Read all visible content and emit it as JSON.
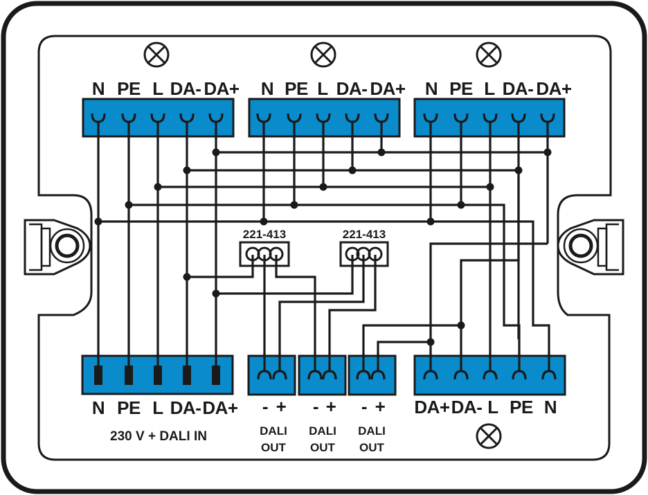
{
  "title": "DALI junction box wiring diagram",
  "colors": {
    "terminal_block": "#0a8ccc",
    "wire": "#1a1a1a",
    "background": "#ffffff"
  },
  "icons": {
    "lamp": "lamp-symbol-circle-x"
  },
  "top_outputs": [
    {
      "id": "lamp-out-1",
      "icon": "lamp",
      "terminals": [
        "N",
        "PE",
        "L",
        "DA-",
        "DA+"
      ]
    },
    {
      "id": "lamp-out-2",
      "icon": "lamp",
      "terminals": [
        "N",
        "PE",
        "L",
        "DA-",
        "DA+"
      ]
    },
    {
      "id": "lamp-out-3",
      "icon": "lamp",
      "terminals": [
        "N",
        "PE",
        "L",
        "DA-",
        "DA+"
      ]
    }
  ],
  "input_block": {
    "terminals": [
      "N",
      "PE",
      "L",
      "DA-",
      "DA+"
    ],
    "caption": "230 V + DALI IN"
  },
  "splice_connectors": [
    {
      "part_number": "221-413"
    },
    {
      "part_number": "221-413"
    }
  ],
  "dali_outputs": [
    {
      "terminals": [
        "-",
        "+"
      ],
      "caption_line1": "DALI",
      "caption_line2": "OUT"
    },
    {
      "terminals": [
        "-",
        "+"
      ],
      "caption_line1": "DALI",
      "caption_line2": "OUT"
    },
    {
      "terminals": [
        "-",
        "+"
      ],
      "caption_line1": "DALI",
      "caption_line2": "OUT"
    }
  ],
  "bottom_output": {
    "icon": "lamp",
    "terminals": [
      "DA+",
      "DA-",
      "L",
      "PE",
      "N"
    ]
  }
}
